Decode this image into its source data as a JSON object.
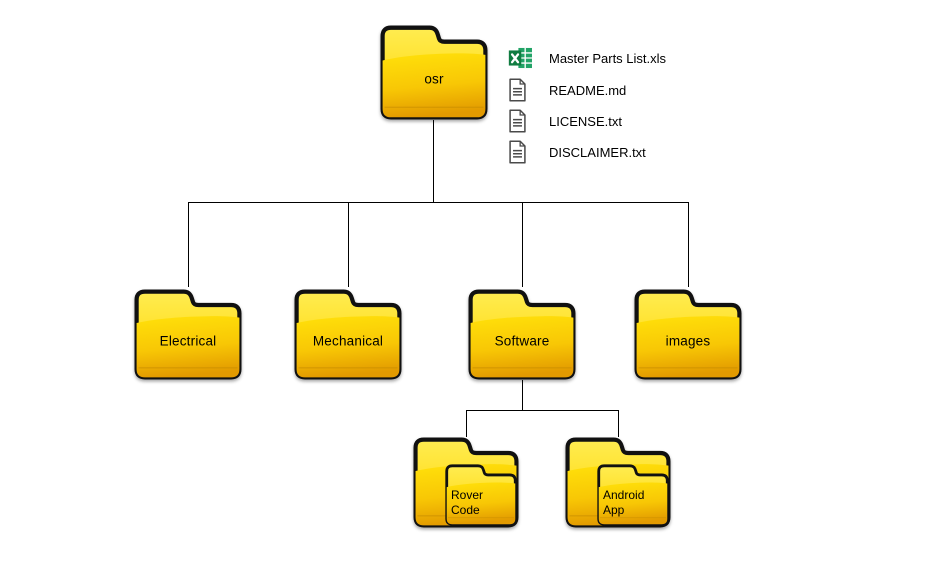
{
  "theme": {
    "canvas": "#ffffff",
    "line": "#000000",
    "text": "#000000",
    "outline": "#111111",
    "tab1": "#ffec50",
    "tab2": "#ffd400",
    "body1": "#ffe00a",
    "body2": "#e29a00",
    "accent": "#c68c00",
    "docStroke": "#4a4a4a",
    "excelSheet": "#21a366",
    "excelBox": "#107c41"
  },
  "root": {
    "label": "osr"
  },
  "files": [
    {
      "name": "Master Parts List.xls",
      "icon": "excel-file-icon"
    },
    {
      "name": "README.md",
      "icon": "text-file-icon"
    },
    {
      "name": "LICENSE.txt",
      "icon": "text-file-icon"
    },
    {
      "name": "DISCLAIMER.txt",
      "icon": "text-file-icon"
    }
  ],
  "level1": [
    {
      "label": "Electrical"
    },
    {
      "label": "Mechanical"
    },
    {
      "label": "Software"
    },
    {
      "label": "images"
    }
  ],
  "level2": [
    {
      "line1": "Rover",
      "line2": "Code"
    },
    {
      "line1": "Android",
      "line2": "App"
    }
  ]
}
